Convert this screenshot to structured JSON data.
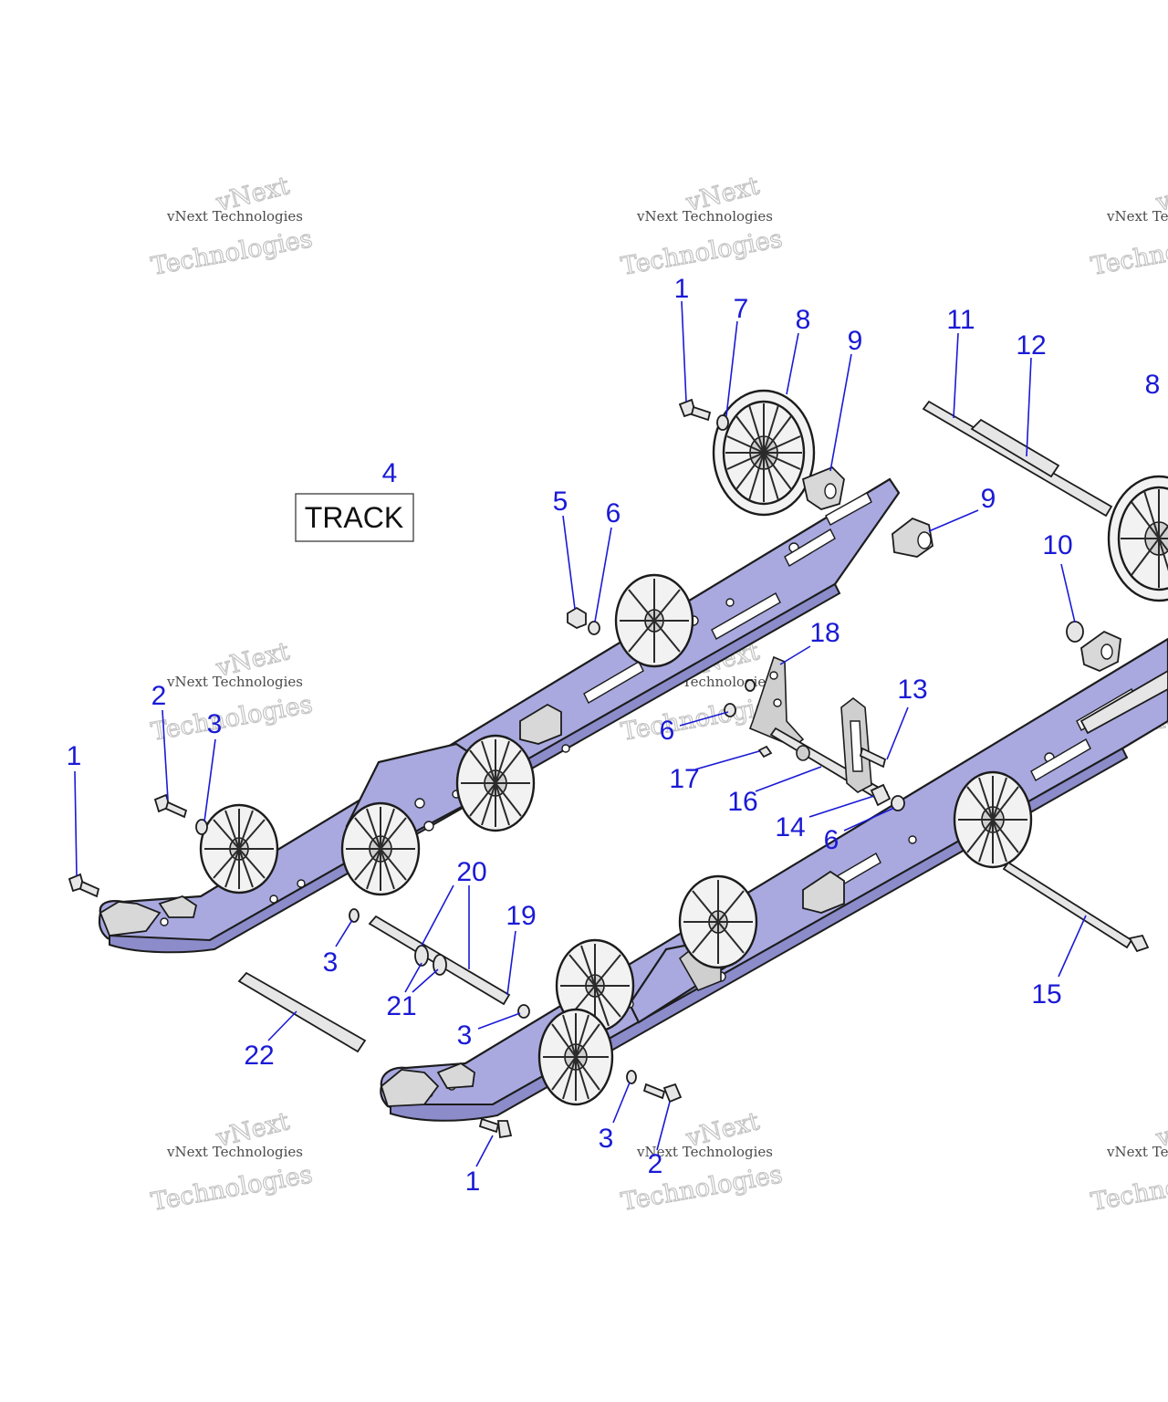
{
  "track_label": "TRACK",
  "callouts": {
    "c1_top": "1",
    "c7": "7",
    "c8_top": "8",
    "c9_top": "9",
    "c11": "11",
    "c12": "12",
    "c8_right": "8",
    "c9_mid": "9",
    "c10": "10",
    "c4": "4",
    "c5": "5",
    "c6_top": "6",
    "c18": "18",
    "c13": "13",
    "c6_mid": "6",
    "c17": "17",
    "c16": "16",
    "c14": "14",
    "c6_low": "6",
    "c2_left": "2",
    "c3_left": "3",
    "c1_left": "1",
    "c20": "20",
    "c19": "19",
    "c3_mid": "3",
    "c21": "21",
    "c3_low": "3",
    "c22": "22",
    "c15": "15",
    "c3_bottom": "3",
    "c2_bottom": "2",
    "c1_bottom": "1"
  },
  "watermark": {
    "line_small": "vNext Technologies",
    "line_large": "Technologies",
    "line_top": "vNext"
  },
  "colors": {
    "callout": "#1a1ad6",
    "rail_fill": "#a9a9e0",
    "outline": "#1c1c1c"
  }
}
